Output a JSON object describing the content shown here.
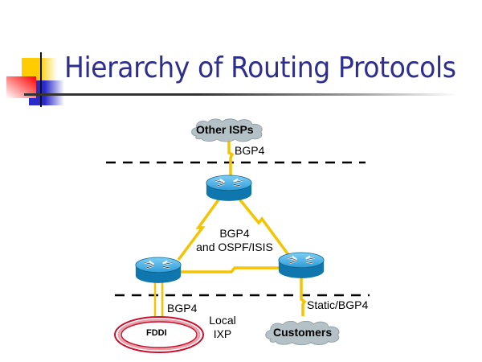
{
  "slide": {
    "title": "Hierarchy of Routing Protocols"
  },
  "diagram": {
    "nodes": {
      "other_isps": "Other ISPs",
      "customers": "Customers",
      "fddi": "FDDI",
      "local_ixp_line1": "Local",
      "local_ixp_line2": "IXP"
    },
    "links": {
      "isp_uplink": "BGP4",
      "core_line1": "BGP4",
      "core_line2": "and OSPF/ISIS",
      "ixp_link": "BGP4",
      "customer_link": "Static/BGP4"
    },
    "colors": {
      "link": "#f5c400",
      "cloud": "#b4c2c8",
      "router_top": "#3aa6e0",
      "router_side": "#0f77ad",
      "fddi_ring": "#c8102e",
      "title": "#2e2e8f"
    }
  }
}
